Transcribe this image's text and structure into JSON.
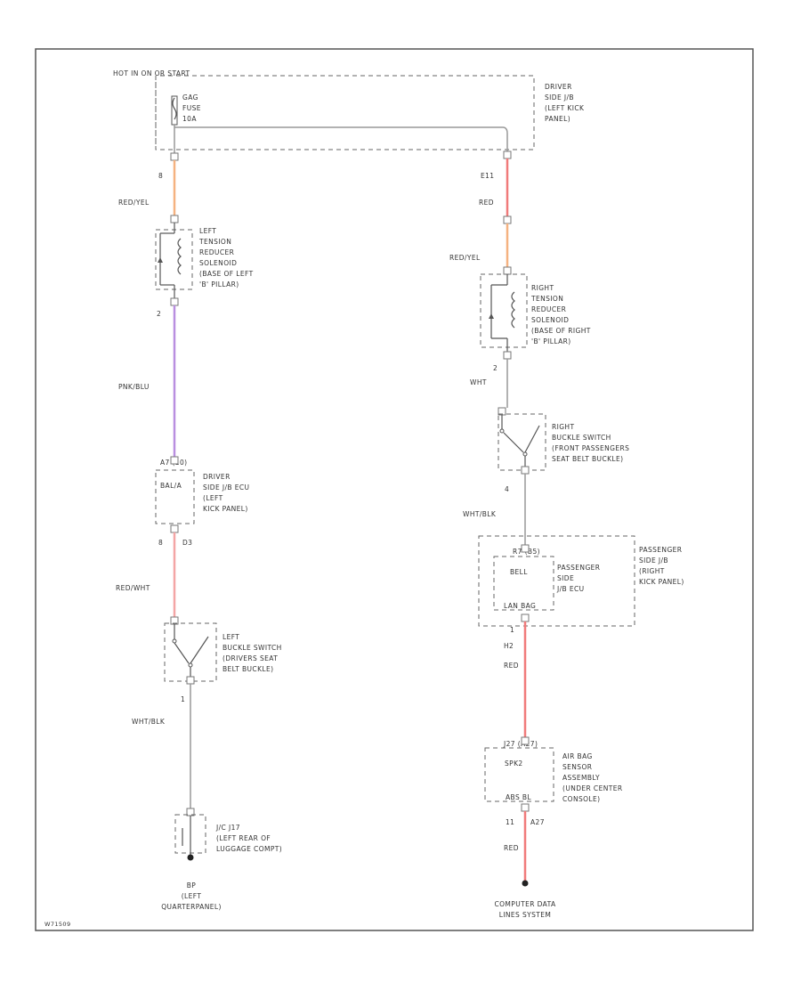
{
  "colors": {
    "red": "#f07a7a",
    "red_yel": "#f5b280",
    "pnk_blu": "#b98fe0",
    "pale_red": "#f4a5a5",
    "gray": "#999999"
  },
  "hot_label": "HOT IN ON OR START",
  "fuse": {
    "line1": "GAG",
    "line2": "FUSE",
    "line3": "10A"
  },
  "driver_jb": {
    "line1": "DRIVER",
    "line2": "SIDE J/B",
    "line3": "(LEFT KICK",
    "line4": "PANEL)"
  },
  "left": {
    "pin_top": "8",
    "wire1": "RED/YEL",
    "solenoid": {
      "line1": "LEFT",
      "line2": "TENSION",
      "line3": "REDUCER",
      "line4": "SOLENOID",
      "line5": "(BASE OF LEFT",
      "line6": "'B' PILLAR)"
    },
    "pin_bottom": "2",
    "wire2": "PNK/BLU",
    "ecu_conn": "A7 (10)",
    "ecu_name": "BAL/A",
    "ecu_desc": {
      "line1": "DRIVER",
      "line2": "SIDE J/B ECU",
      "line3": "(LEFT",
      "line4": "KICK PANEL)"
    },
    "ecu_pin": "8",
    "ecu_pin2": "D3",
    "wire3": "RED/WHT",
    "buckle": {
      "line1": "LEFT",
      "line2": "BUCKLE SWITCH",
      "line3": "(DRIVERS SEAT",
      "line4": "BELT BUCKLE)"
    },
    "buckle_pin": "1",
    "wire4": "WHT/BLK",
    "junction": {
      "line1": "J/C J17",
      "line2": "(LEFT REAR OF",
      "line3": "LUGGAGE COMPT)"
    },
    "ground": {
      "line1": "BP",
      "line2": "(LEFT",
      "line3": "QUARTERPANEL)"
    }
  },
  "right": {
    "pin_top": "E11",
    "wire1": "RED",
    "wire1b": "RED/YEL",
    "solenoid": {
      "line1": "RIGHT",
      "line2": "TENSION",
      "line3": "REDUCER",
      "line4": "SOLENOID",
      "line5": "(BASE OF RIGHT",
      "line6": "'B' PILLAR)"
    },
    "pin_bottom": "2",
    "wire2": "WHT",
    "buckle": {
      "line1": "RIGHT",
      "line2": "BUCKLE SWITCH",
      "line3": "(FRONT PASSENGERS",
      "line4": "SEAT BELT BUCKLE)"
    },
    "buckle_pin": "4",
    "wire3": "WHT/BLK",
    "ecu_conn": "R7 (B5)",
    "ecu_name": "BELL",
    "ecu_desc": {
      "line1": "PASSENGER",
      "line2": "SIDE",
      "line3": "J/B ECU"
    },
    "pass_jb": {
      "line1": "PASSENGER",
      "line2": "SIDE J/B",
      "line3": "(RIGHT",
      "line4": "KICK PANEL)"
    },
    "ecu_bottom": "LAN BAG",
    "ecu_pin": "1",
    "ecu_pin2": "H2",
    "wire4": "RED",
    "sensor_conn": "J27 (A27)",
    "sensor_name": "SPK2",
    "sensor_desc": {
      "line1": "AIR BAG",
      "line2": "SENSOR",
      "line3": "ASSEMBLY",
      "line4": "(UNDER CENTER",
      "line5": "CONSOLE)"
    },
    "sensor_bottom": "ABS BL",
    "sensor_pin": "11",
    "sensor_pin2": "A27",
    "wire5": "RED",
    "data_line": {
      "line1": "COMPUTER DATA",
      "line2": "LINES SYSTEM"
    }
  },
  "footer_code": "W71509"
}
